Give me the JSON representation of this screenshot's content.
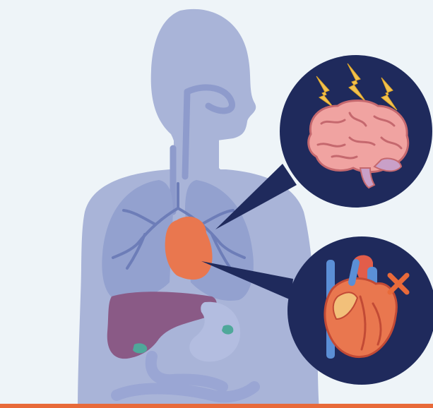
{
  "colors": {
    "background": "#eef4f8",
    "silhouette": "#a9b4d8",
    "organ_outline": "#8e9bcc",
    "lungs": "#93a1cf",
    "bronchi": "#6d7db8",
    "heart": "#e9774f",
    "liver": "#8a5a86",
    "stomach": "#b3bde0",
    "intestines": "#a3aed8",
    "callout_bg": "#1f2a5c",
    "brain": "#f0a3a1",
    "brain_lines": "#c5686e",
    "lightning": "#f2c14e",
    "cross": "#e86a3a",
    "accent_bar": "#e86a3a"
  },
  "icons": [
    "human-body-silhouette",
    "lungs",
    "heart",
    "liver",
    "stomach",
    "intestines",
    "brain",
    "lightning-bolt",
    "anatomical-heart",
    "cross-mark"
  ]
}
